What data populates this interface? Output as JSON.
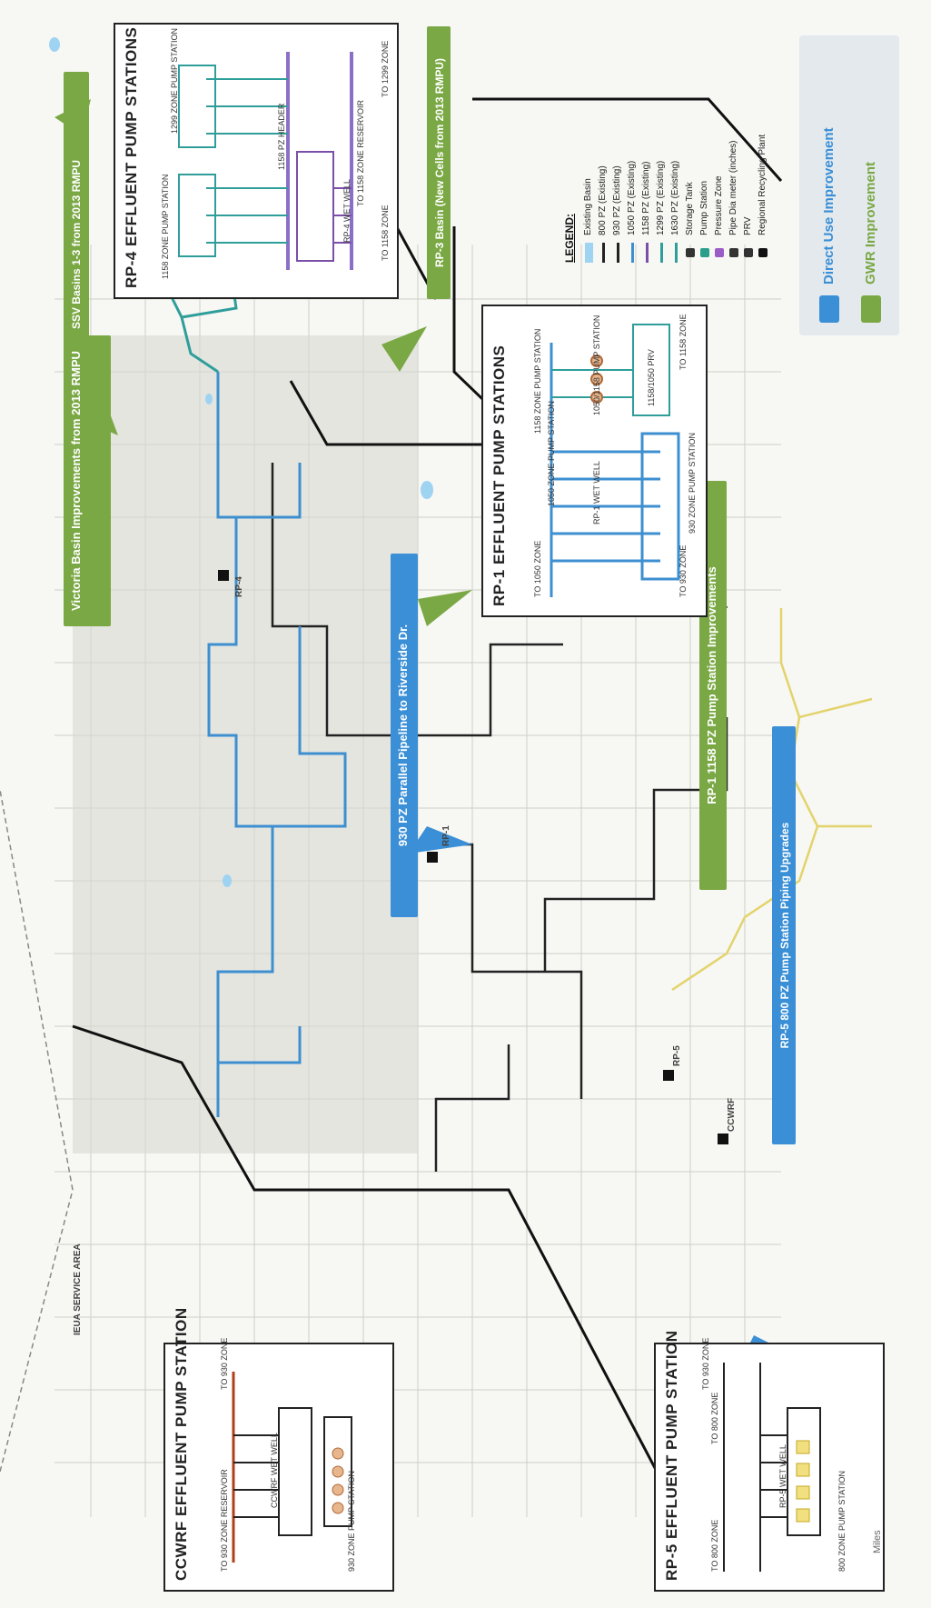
{
  "legend": {
    "title": "LEGEND:",
    "items": [
      {
        "label": "Existing Basin",
        "color": "#9fd3f2",
        "kind": "fill"
      },
      {
        "label": "800 PZ (Existing)",
        "color": "#222222",
        "kind": "line"
      },
      {
        "label": "930 PZ (Existing)",
        "color": "#222222",
        "kind": "line"
      },
      {
        "label": "1050 PZ (Existing)",
        "color": "#3d8fd0",
        "kind": "line"
      },
      {
        "label": "1158 PZ (Existing)",
        "color": "#7b4fa8",
        "kind": "line"
      },
      {
        "label": "1299 PZ (Existing)",
        "color": "#2f9e9a",
        "kind": "line"
      },
      {
        "label": "1630 PZ (Existing)",
        "color": "#2f9e9a",
        "kind": "line"
      },
      {
        "label": "Storage Tank",
        "color": "#333333",
        "kind": "symbol"
      },
      {
        "label": "Pump Station",
        "color": "#2a9e8a",
        "kind": "symbol"
      },
      {
        "label": "Pressure Zone",
        "color": "#9a5cc6",
        "kind": "symbol"
      },
      {
        "label": "Pipe Dia meter (inches)",
        "color": "#333333",
        "kind": "symbol"
      },
      {
        "label": "PRV",
        "color": "#333333",
        "kind": "symbol"
      },
      {
        "label": "Regional Recycling Plant",
        "color": "#111111",
        "kind": "symbol"
      }
    ]
  },
  "improvements": {
    "items": [
      {
        "label": "Direct Use Improvement",
        "color": "#3a8fd6"
      },
      {
        "label": "GWR Improvement",
        "color": "#7aa844"
      }
    ]
  },
  "callouts": {
    "ssv": "SSV Basins 1-3 from 2013 RMPU",
    "victoria": "Victoria Basin Improvements from 2013 RMPU",
    "rp3": "RP-3 Basin (New Cells from 2013 RMPU)",
    "rp1_1158": "RP-1 1158 PZ Pump Station Improvements",
    "pz930": "930 PZ Parallel Pipeline to Riverside Dr.",
    "rp5": "RP-5 800 PZ Pump Station Piping Upgrades"
  },
  "insets": {
    "rp4": {
      "title": "RP-4 EFFLUENT PUMP STATIONS",
      "labels": {
        "to1299": "TO 1299 ZONE",
        "to1158": "TO 1158 ZONE",
        "zone1299": "1299 ZONE PUMP STATION",
        "pz1158": "1158 PZ HEADER",
        "wetwell": "RP-4 WET WELL",
        "pump1158": "1158 ZONE PUMP STATION",
        "to1158res": "TO 1158 ZONE RESERVOIR"
      }
    },
    "rp1": {
      "title": "RP-1 EFFLUENT PUMP STATIONS",
      "labels": {
        "to1050": "TO 1050 ZONE",
        "to930": "TO 930 ZONE",
        "to1158": "TO 1158 ZONE",
        "pump1158": "1158 ZONE PUMP STATION",
        "pz1050": "1158/1050 PRV",
        "wetwell": "RP-1 WET WELL",
        "pump930": "930 ZONE PUMP STATION",
        "pump1050": "1050/1158 PUMP STATION",
        "zone1050": "1050 ZONE PUMP STATION"
      }
    },
    "ccwrf": {
      "title": "CCWRF EFFLUENT PUMP STATION",
      "labels": {
        "to930": "TO 930 ZONE",
        "to930res": "TO 930 ZONE RESERVOIR",
        "wetwell": "CCWRF WET WELL",
        "pump930": "930 ZONE PUMP STATION"
      }
    },
    "rp5": {
      "title": "RP-5 EFFLUENT PUMP STATION",
      "labels": {
        "to930": "TO 930 ZONE",
        "to800a": "TO 800 ZONE",
        "to800b": "TO 800 ZONE",
        "wetwell": "RP-5 WET WELL",
        "pump800": "800 ZONE PUMP STATION"
      }
    }
  },
  "map_labels": {
    "rp4": "RP-4",
    "rp1": "RP-1",
    "rp5": "RP-5",
    "ccwrf": "CCWRF",
    "boundary": "IEUA SERVICE AREA"
  },
  "scale": {
    "label": "Miles"
  }
}
